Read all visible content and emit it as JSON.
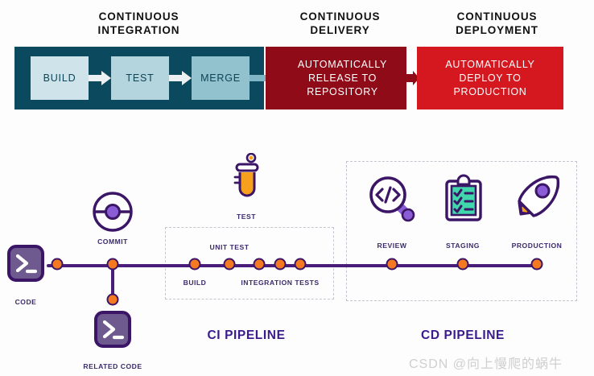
{
  "banner": {
    "phases": [
      {
        "title": "CONTINUOUS\nINTEGRATION"
      },
      {
        "title": "CONTINUOUS\nDELIVERY"
      },
      {
        "title": "CONTINUOUS\nDEPLOYMENT"
      }
    ],
    "ci_stages": [
      {
        "label": "BUILD"
      },
      {
        "label": "TEST"
      },
      {
        "label": "MERGE"
      }
    ],
    "delivery_text": "AUTOMATICALLY\nRELEASE TO\nREPOSITORY",
    "deployment_text": "AUTOMATICALLY\nDEPLOY TO\nPRODUCTION",
    "colors": {
      "ci_panel": "#0b4a5e",
      "delivery_panel": "#8f0b17",
      "deployment_panel": "#d5181f",
      "stage_build": "#cfe4ea",
      "stage_test": "#b4d4de",
      "stage_merge": "#93c2cf",
      "arrow_teal": "#7fb5c4",
      "arrow_dark_red": "#8f0b17"
    }
  },
  "pipeline": {
    "icons": {
      "code": "terminal-icon",
      "related_code": "terminal-icon",
      "commit": "commit-node-icon",
      "test": "test-tube-icon",
      "review": "magnifier-code-icon",
      "staging": "clipboard-checklist-icon",
      "production": "rocket-icon"
    },
    "captions": {
      "code": "CODE",
      "related_code": "RELATED CODE",
      "commit": "COMMIT",
      "test": "TEST",
      "review": "REVIEW",
      "staging": "STAGING",
      "production": "PRODUCTION"
    },
    "stage_labels": {
      "unit_test": "UNIT TEST",
      "build": "BUILD",
      "integration_tests": "INTEGRATION TESTS"
    },
    "titles": {
      "ci": "CI PIPELINE",
      "cd": "CD PIPELINE"
    },
    "colors": {
      "line": "#4a1d7a",
      "dot_fill": "#f47920",
      "dot_stroke": "#3b1566",
      "icon_outline": "#3b1566",
      "icon_purple": "#8a5cd6",
      "icon_muted": "#6e5a8e",
      "icon_orange": "#f7a01d",
      "icon_green": "#3fd7ab",
      "dashed": "#c3c6cf",
      "title": "#3a1a8c"
    }
  },
  "watermark": {
    "text": "CSDN @向上慢爬的蜗牛"
  }
}
